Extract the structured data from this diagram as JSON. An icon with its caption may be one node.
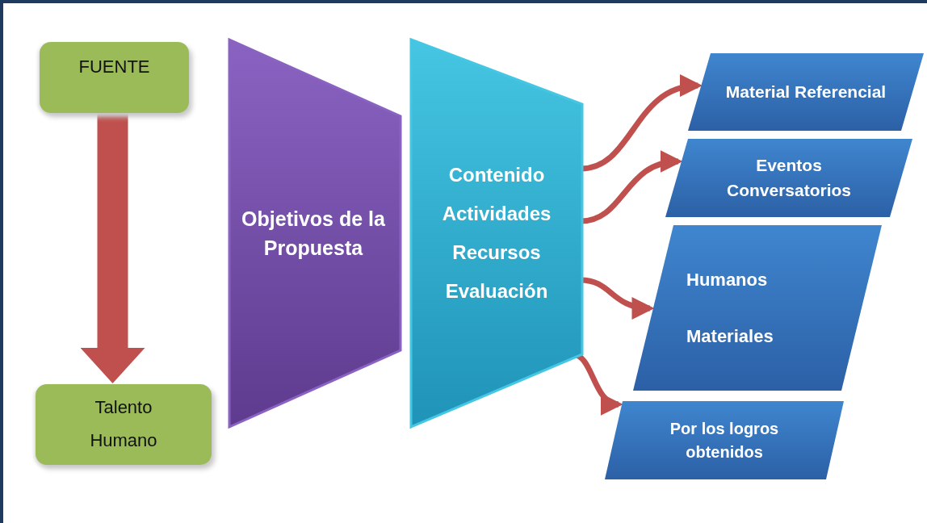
{
  "diagram": {
    "nodes": [
      {
        "text": [
          "FUENTE"
        ]
      },
      {
        "text": [
          "Talento Humano"
        ]
      },
      {
        "text": [
          "Objetivos de la Propuesta"
        ]
      },
      {
        "text": [
          "Contenido",
          "Actividades",
          "Recursos",
          "Evaluación"
        ]
      },
      {
        "text": [
          "Material Referencial"
        ]
      },
      {
        "text": [
          "Eventos Conversatorios"
        ]
      },
      {
        "text": [
          "Humanos",
          "Materiales"
        ]
      },
      {
        "text": [
          "Por los logros obtenidos"
        ]
      }
    ],
    "edges": [
      {
        "from": 0,
        "to": 1,
        "arrow": "to",
        "style": "thick"
      },
      {
        "from": 3,
        "to": 4,
        "arrow": "to"
      },
      {
        "from": 3,
        "to": 5,
        "arrow": "to"
      },
      {
        "from": 3,
        "to": 6,
        "arrow": "to"
      },
      {
        "from": 3,
        "to": 7,
        "arrow": "to"
      }
    ]
  }
}
